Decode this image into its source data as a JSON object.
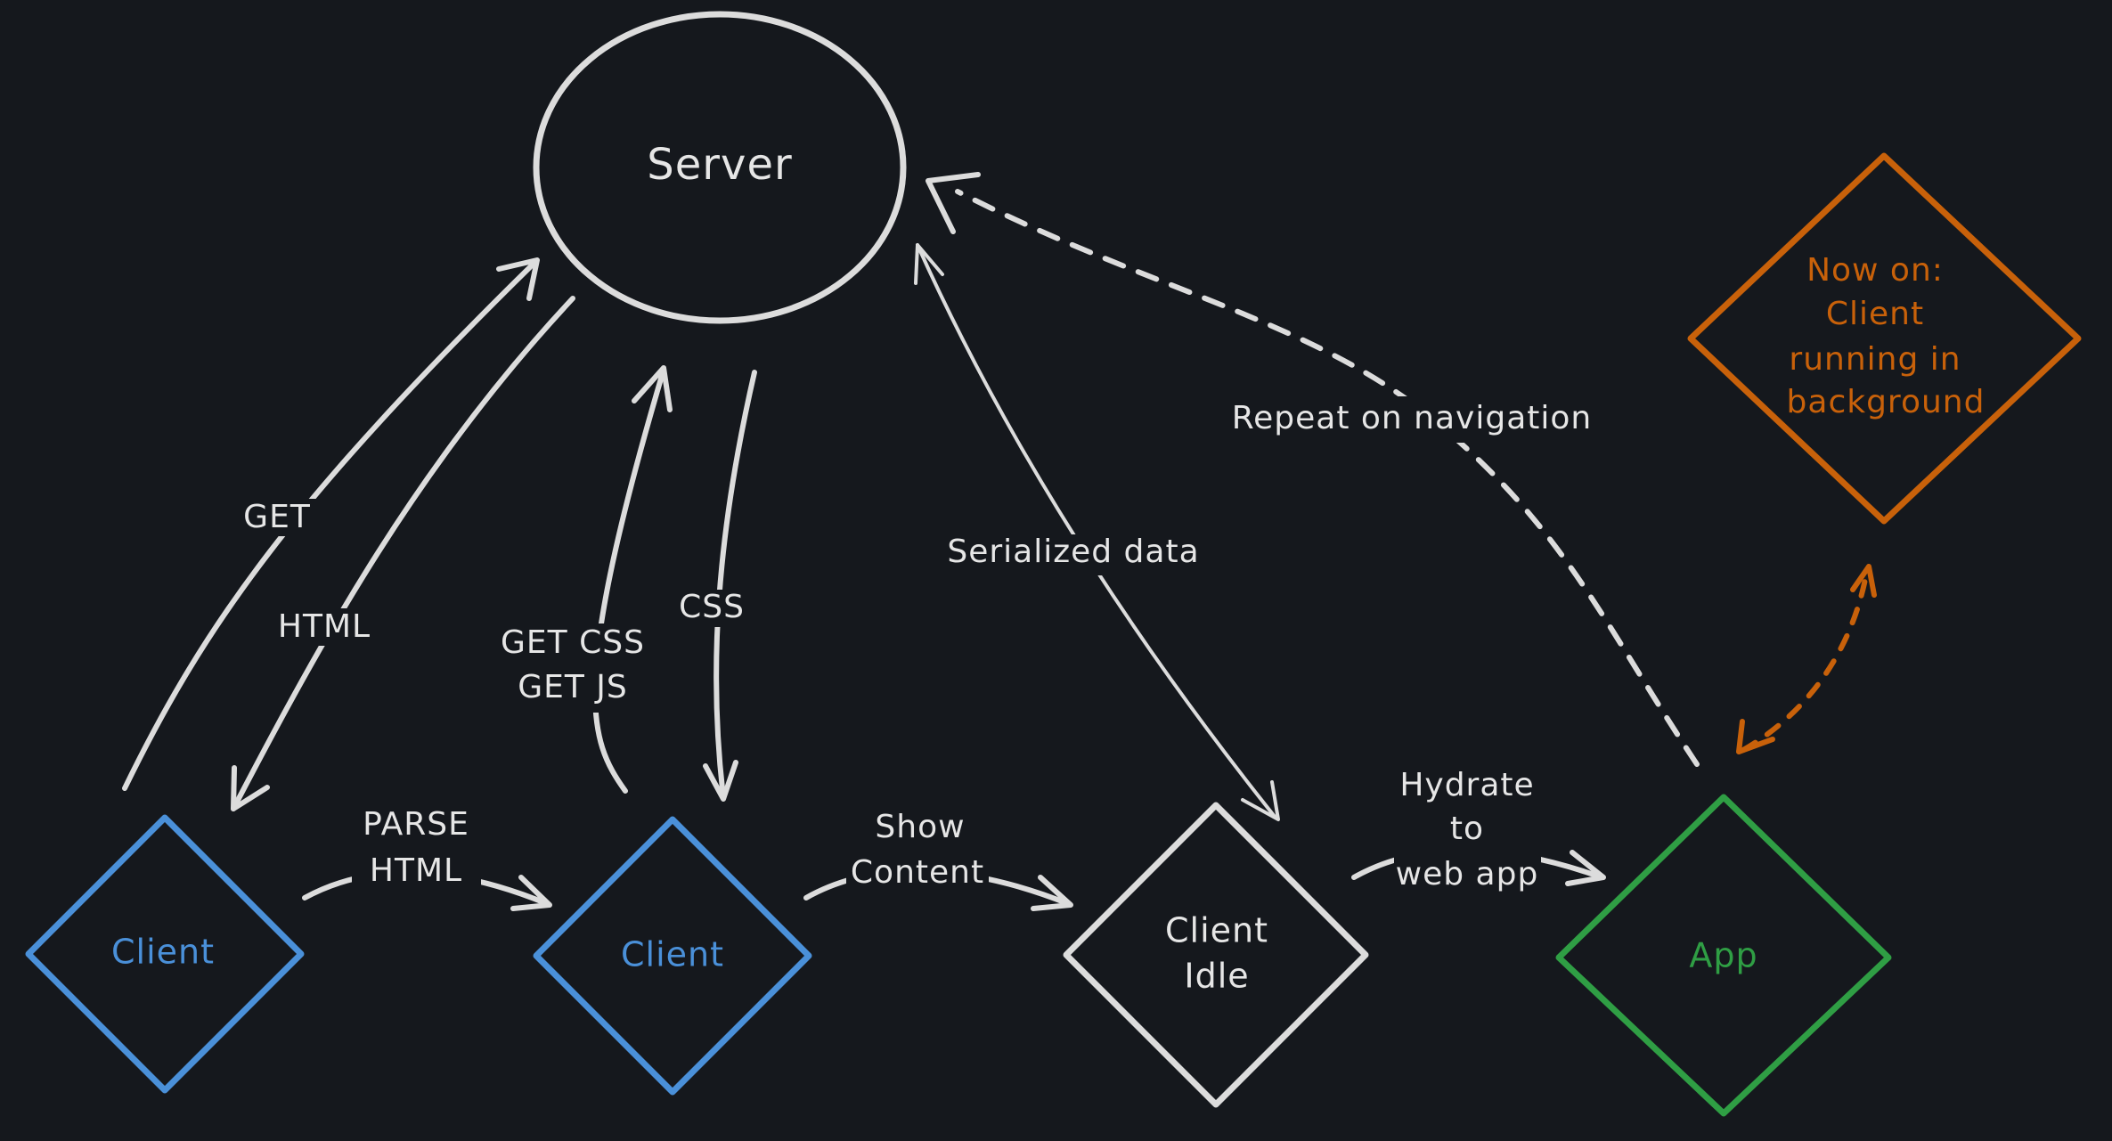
{
  "colors": {
    "background": "#15181d",
    "stroke_default": "#dcdcdc",
    "client_blue": "#4a90d9",
    "app_green": "#2f9e44",
    "background_note_orange": "#c8610a"
  },
  "nodes": {
    "server": "Server",
    "client_1": "Client",
    "client_2": "Client",
    "client_idle": [
      "Client",
      "Idle"
    ],
    "app": "App",
    "note": [
      "Now on:",
      "Client",
      "running in",
      "background"
    ]
  },
  "edges": {
    "get": "GET",
    "html": "HTML",
    "get_css_js": [
      "GET CSS",
      "GET JS"
    ],
    "css": "CSS",
    "serialized_data": "Serialized data",
    "repeat_on_navigation": "Repeat on navigation",
    "parse_html": [
      "PARSE",
      "HTML"
    ],
    "show_content": [
      "Show",
      "Content"
    ],
    "hydrate": [
      "Hydrate",
      "to",
      "web app"
    ]
  }
}
